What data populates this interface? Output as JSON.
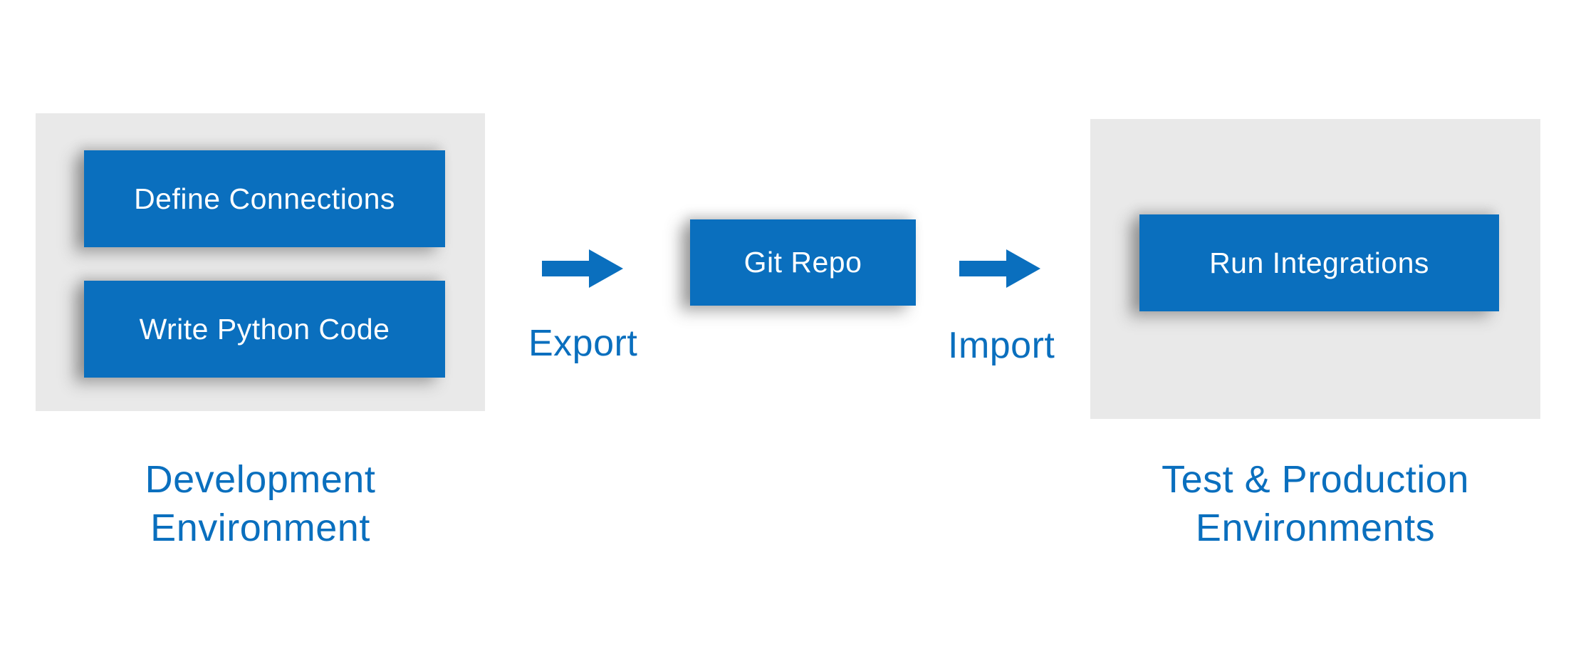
{
  "colors": {
    "accent_blue": "#0a6fbe",
    "panel_gray": "#e9e9e9",
    "node_text": "#ffffff"
  },
  "dev_panel": {
    "boxes": [
      {
        "label": "Define Connections"
      },
      {
        "label": "Write Python Code"
      }
    ],
    "caption_line1": "Development",
    "caption_line2": "Environment"
  },
  "flow": {
    "export_label": "Export",
    "import_label": "Import",
    "git_repo_label": "Git Repo"
  },
  "prod_panel": {
    "boxes": [
      {
        "label": "Run Integrations"
      }
    ],
    "caption_line1": "Test & Production",
    "caption_line2": "Environments"
  }
}
